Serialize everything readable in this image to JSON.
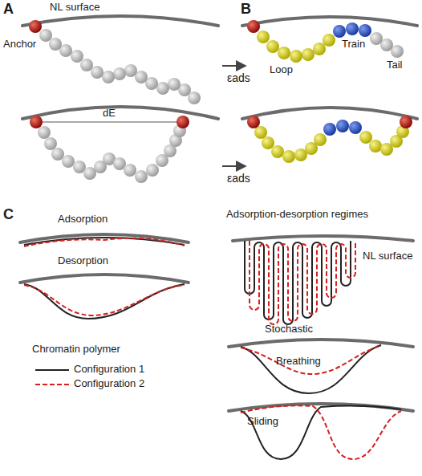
{
  "diagram": {
    "labels": [
      "A",
      "NL surface",
      "Anchor",
      "dE",
      "εads",
      "εads",
      "B",
      "Loop",
      "Train",
      "Tail",
      "C",
      "Adsorption",
      "Desorption",
      "Adsorption-desorption regimes",
      "NL surface",
      "Stochastic",
      "Breathing",
      "Sliding",
      "Chromatin polymer"
    ],
    "legend": [
      {
        "text": "Configuration 1"
      },
      {
        "text": "Configuration 2"
      }
    ]
  }
}
